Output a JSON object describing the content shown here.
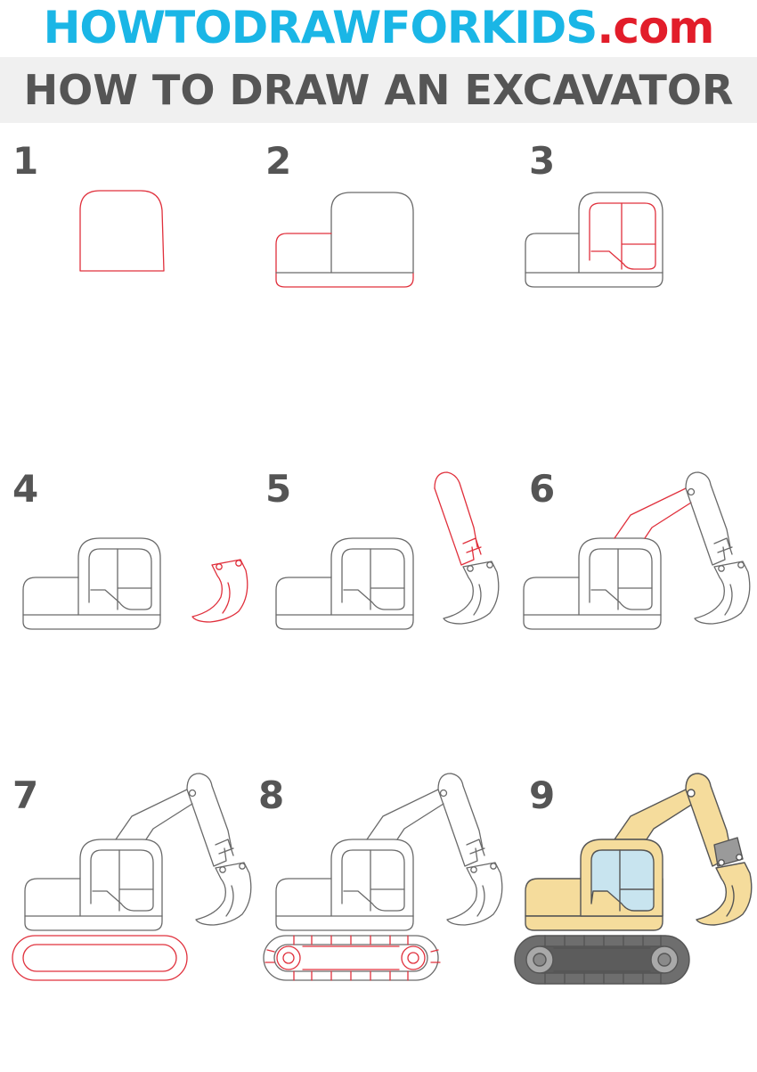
{
  "site": {
    "name": "HOWTODRAWFORKIDS",
    "tld": ".com"
  },
  "title": "HOW TO DRAW AN EXCAVATOR",
  "steps": [
    "1",
    "2",
    "3",
    "4",
    "5",
    "6",
    "7",
    "8",
    "9"
  ],
  "colors": {
    "site_blue": "#1ab6e6",
    "site_red": "#e21d2a",
    "title_gray": "#555555",
    "title_band": "#f0f0f0",
    "outline": "#6a6a6a",
    "new_line_red": "#e0303c",
    "body_yellow": "#f5dc9c",
    "glass_blue": "#c8e4ef",
    "track_gray": "#6e6e6e",
    "wheel_gray": "#a9a9a9"
  }
}
